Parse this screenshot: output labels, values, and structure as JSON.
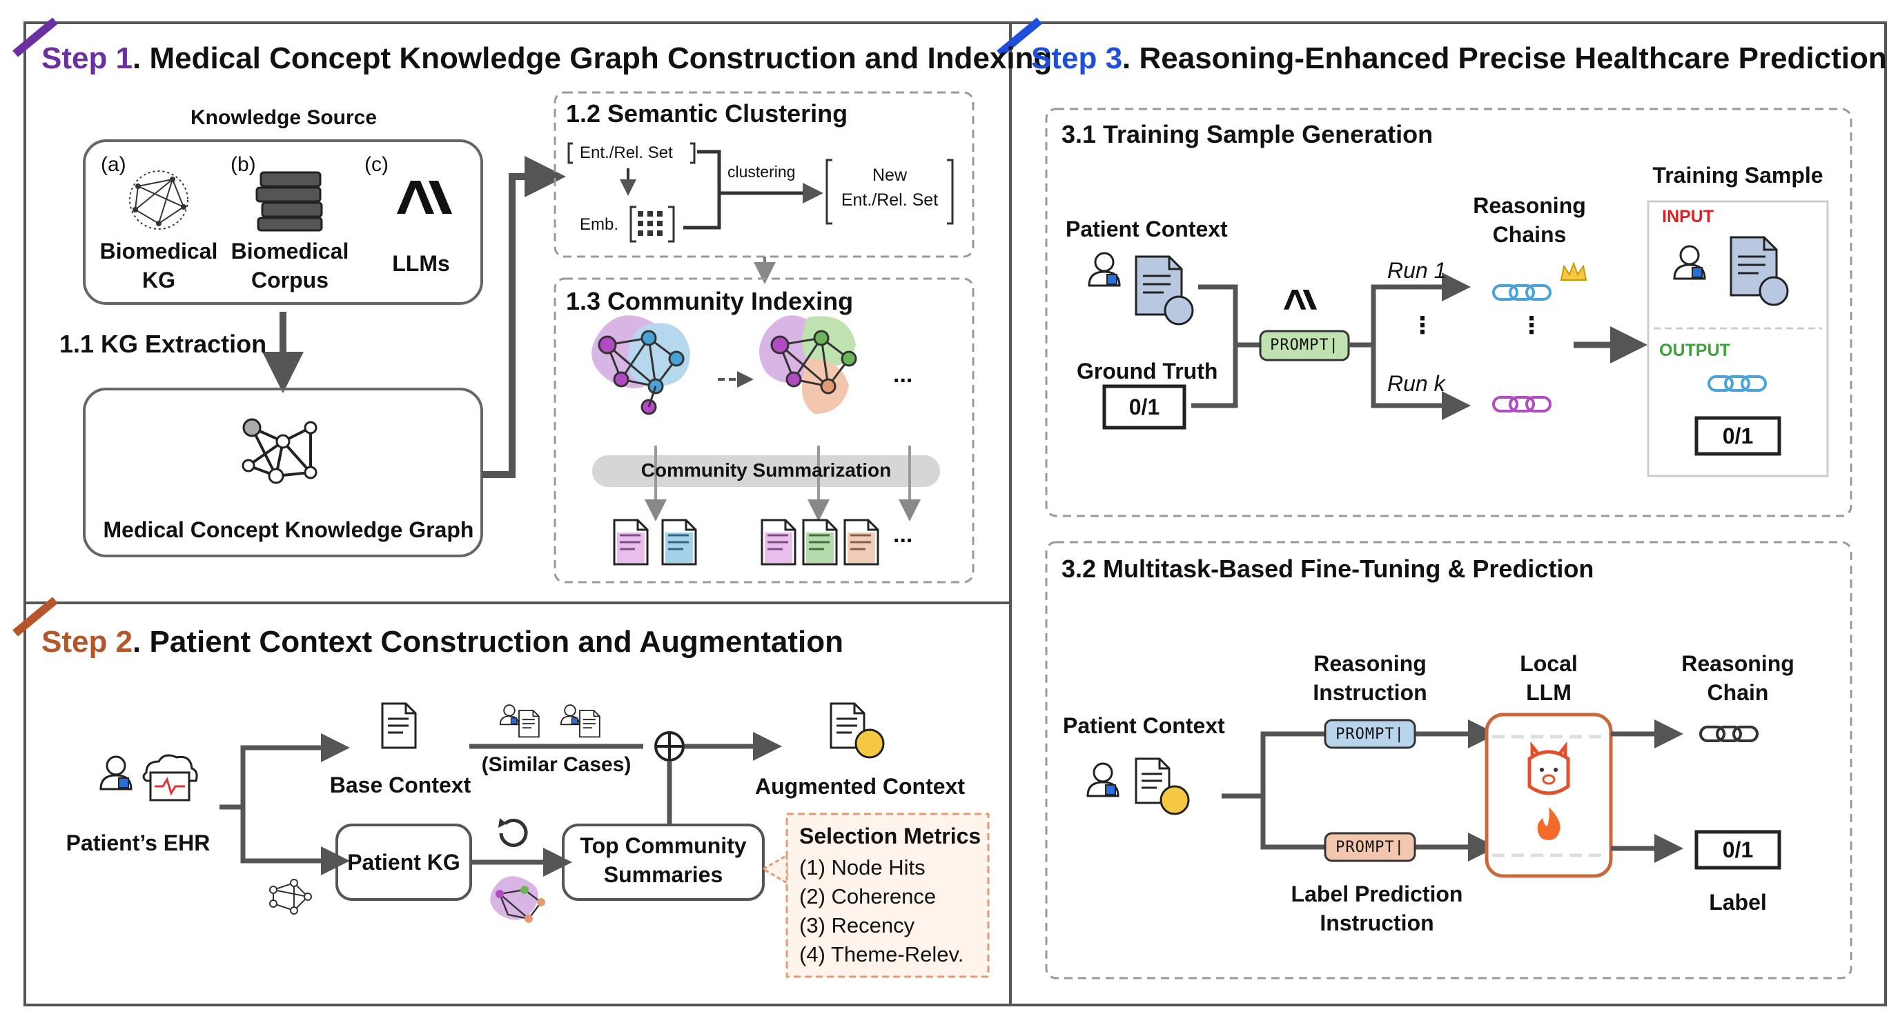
{
  "step1": {
    "step_label": "Step 1",
    "title": ". Medical Concept Knowledge Graph Construction and Indexing",
    "knowledge_source": "Knowledge Source",
    "sources": [
      {
        "tag": "(a)",
        "line1": "Biomedical",
        "line2": "KG"
      },
      {
        "tag": "(b)",
        "line1": "Biomedical",
        "line2": "Corpus"
      },
      {
        "tag": "(c)",
        "line1": "LLMs",
        "line2": ""
      }
    ],
    "kg_extraction": "1.1 KG Extraction",
    "mckg": "Medical Concept Knowledge Graph",
    "clustering": {
      "title": "1.2 Semantic Clustering",
      "set": "Ent./Rel. Set",
      "emb": "Emb.",
      "arrow": "clustering",
      "new1": "New",
      "new2": "Ent./Rel. Set"
    },
    "community": {
      "title": "1.3 Community Indexing",
      "summarization": "Community Summarization",
      "ellipsis": "..."
    },
    "color": "#6a2fa0"
  },
  "step2": {
    "step_label": "Step 2",
    "title": ". Patient Context Construction and Augmentation",
    "ehr": "Patient’s EHR",
    "base_context": "Base Context",
    "similar_cases": "(Similar Cases)",
    "augmented": "Augmented Context",
    "patient_kg": "Patient KG",
    "top1": "Top Community",
    "top2": "Summaries",
    "metrics_title": "Selection Metrics",
    "metrics": [
      "(1)  Node Hits",
      "(2)  Coherence",
      "(3)  Recency",
      "(4)  Theme-Relev."
    ],
    "color": "#b5562a"
  },
  "step3": {
    "step_label": "Step 3",
    "title": ". Reasoning-Enhanced Precise Healthcare Prediction",
    "s31": {
      "title": "3.1 Training Sample Generation",
      "patient_context": "Patient Context",
      "ground_truth": "Ground Truth",
      "gt_value": "0/1",
      "prompt": "PROMPT|",
      "run1": "Run 1",
      "runk": "Run k",
      "chains1": "Reasoning",
      "chains2": "Chains",
      "sample_title": "Training Sample",
      "input": "INPUT",
      "output": "OUTPUT",
      "out_value": "0/1"
    },
    "s32": {
      "title": "3.2 Multitask-Based Fine-Tuning & Prediction",
      "patient_context": "Patient Context",
      "ri1": "Reasoning",
      "ri2": "Instruction",
      "prompt": "PROMPT|",
      "local1": "Local",
      "local2": "LLM",
      "rc1": "Reasoning",
      "rc2": "Chain",
      "lp1": "Label Prediction",
      "lp2": "Instruction",
      "out_value": "0/1",
      "label": "Label"
    },
    "color": "#1f4fd8"
  },
  "icon_names": [
    "biomedical-kg-icon",
    "corpus-books-icon",
    "llm-logo-icon",
    "graph-icon",
    "document-icon",
    "doctor-icon",
    "chain-link-icon",
    "crown-icon",
    "llama-icon",
    "fire-icon",
    "refresh-icon",
    "plus-circle-icon"
  ]
}
